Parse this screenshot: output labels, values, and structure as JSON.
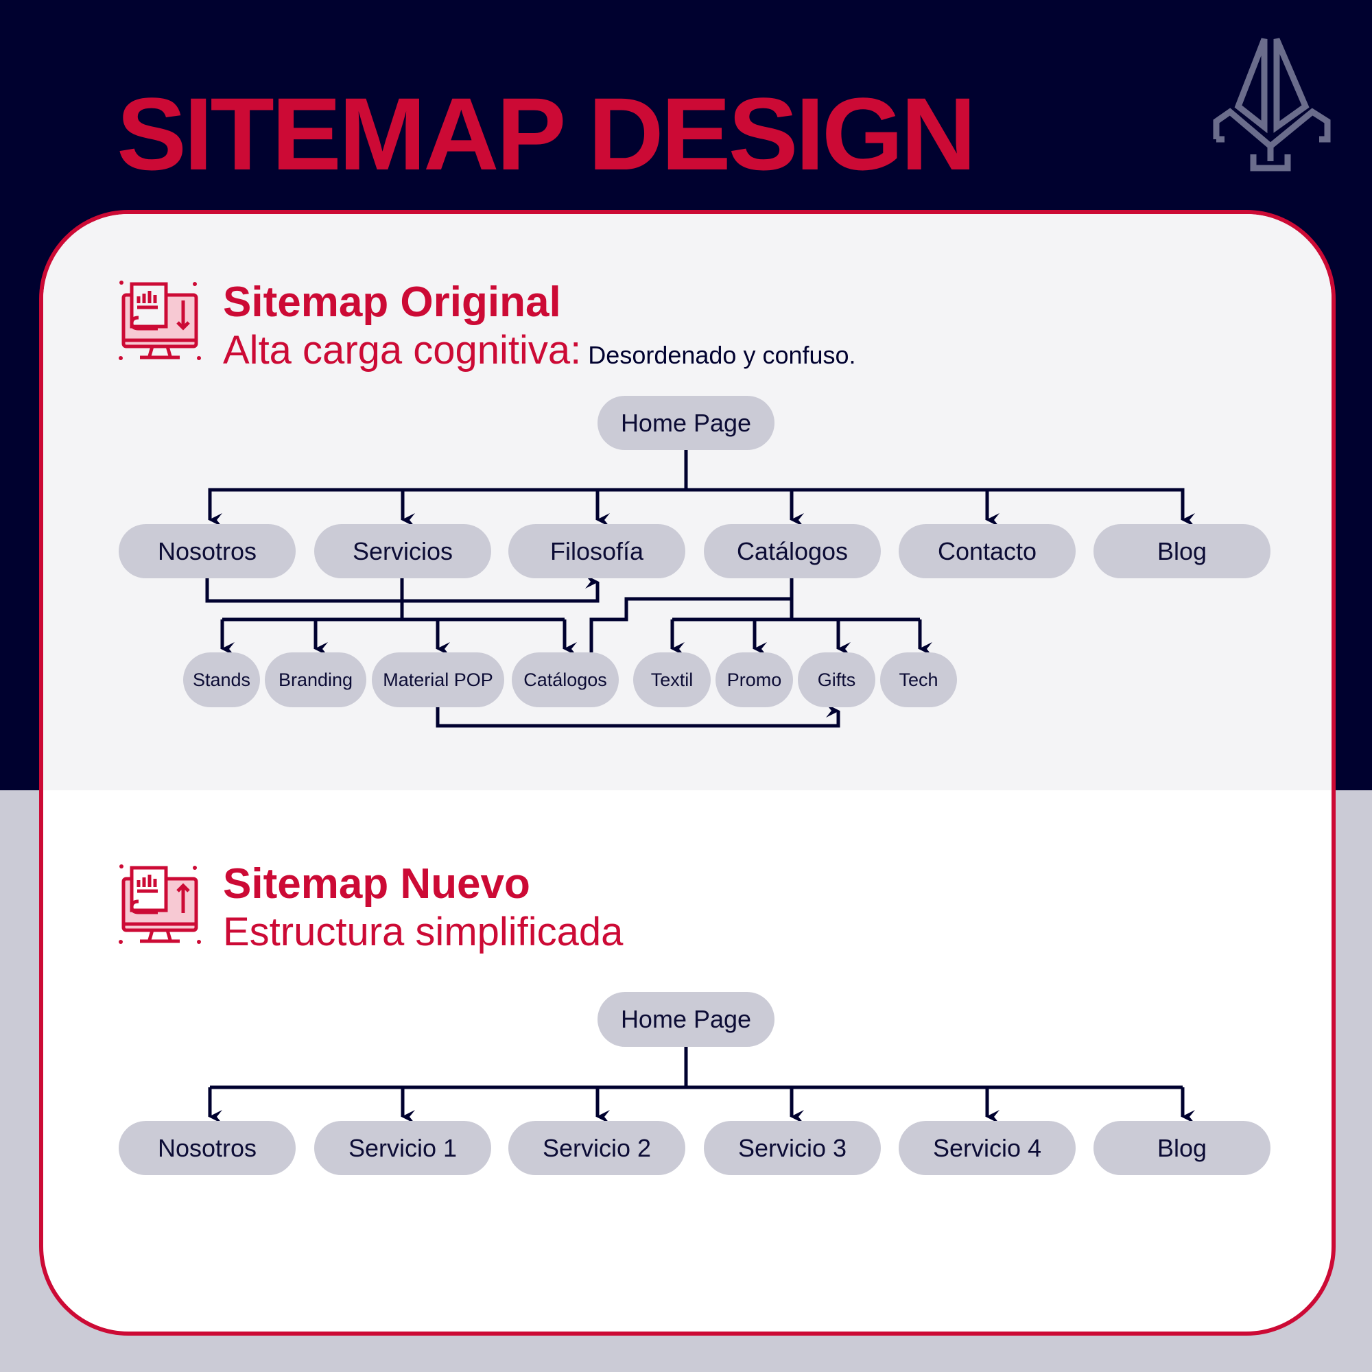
{
  "title": "SITEMAP DESIGN",
  "colors": {
    "navy": "#00012f",
    "red": "#cc0a35",
    "pill": "#cbcbd6"
  },
  "original": {
    "heading": "Sitemap Original",
    "subtitle": "Alta carga cognitiva:",
    "note": "Desordenado y confuso.",
    "root": "Home Page",
    "level1": [
      "Nosotros",
      "Servicios",
      "Filosofía",
      "Catálogos",
      "Contacto",
      "Blog"
    ],
    "level2": [
      "Stands",
      "Branding",
      "Material POP",
      "Catálogos",
      "Textil",
      "Promo",
      "Gifts",
      "Tech"
    ]
  },
  "nuevo": {
    "heading": "Sitemap Nuevo",
    "subtitle": "Estructura simplificada",
    "root": "Home Page",
    "level1": [
      "Nosotros",
      "Servicio 1",
      "Servicio 2",
      "Servicio 3",
      "Servicio 4",
      "Blog"
    ]
  }
}
